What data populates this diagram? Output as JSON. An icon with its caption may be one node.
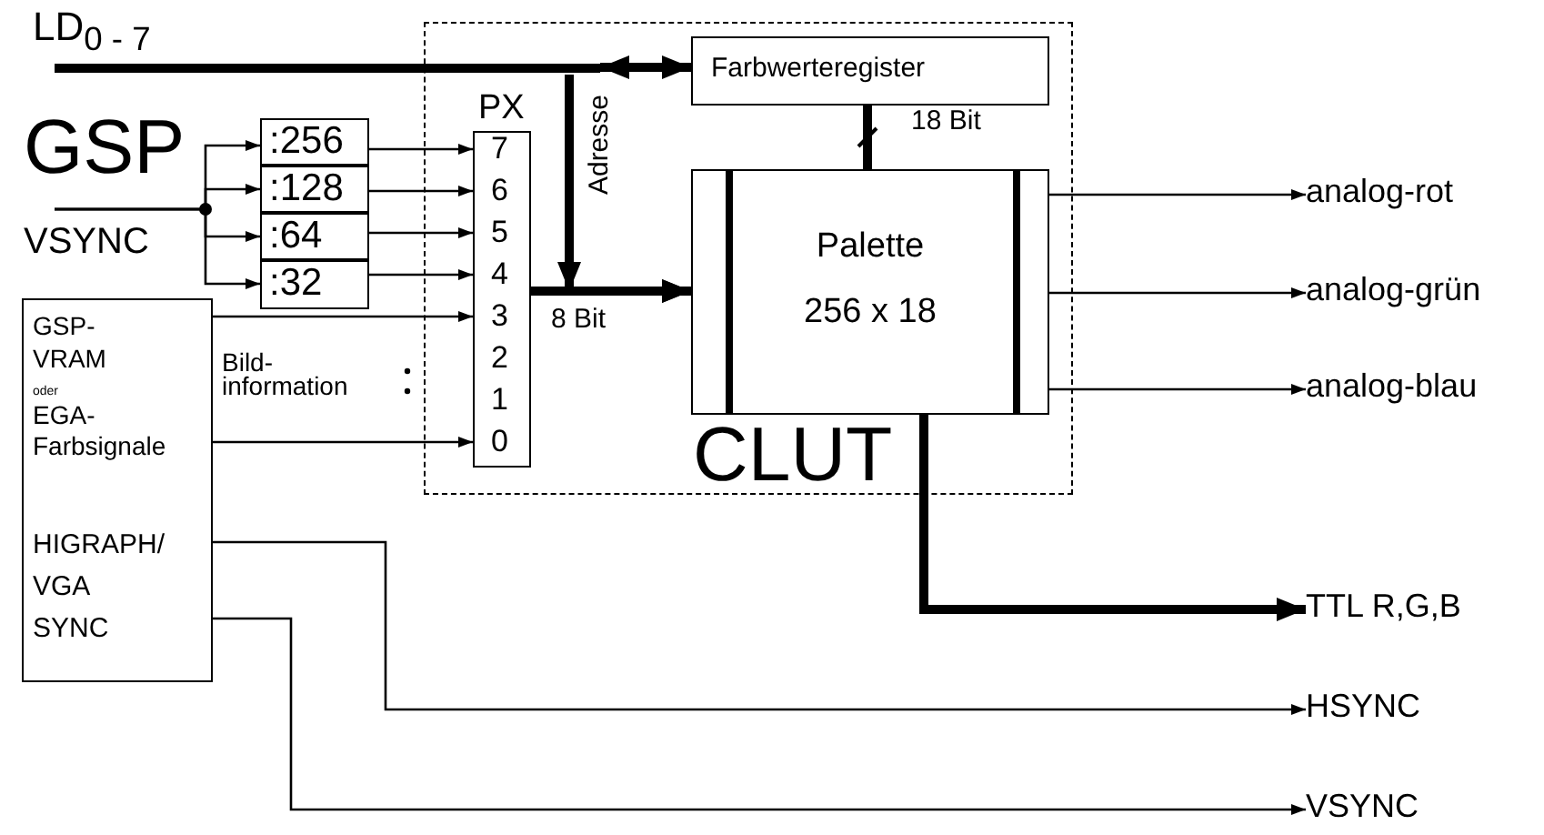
{
  "diagram": {
    "nodes": [
      {
        "text": [
          "LD$_{0 - 7}$"
        ]
      },
      {
        "text": [
          "GSP",
          "VSYNC"
        ]
      },
      {
        "text": [
          ":256"
        ]
      },
      {
        "text": [
          ":128"
        ]
      },
      {
        "text": [
          ":64"
        ]
      },
      {
        "text": [
          ":32"
        ]
      },
      {
        "text": [
          "GSP- VRAM",
          "oder",
          "EGA- Farbsignale",
          "HIGRAPH/ VGA SYNC"
        ]
      },
      {
        "text": [
          "CLUT"
        ]
      },
      {
        "text": [
          "Farbwerteregister"
        ],
        "in": 7
      },
      {
        "text": [
          "PX",
          "7",
          "6",
          "5",
          "4",
          "3",
          "2",
          "1",
          "0"
        ],
        "in": 7
      },
      {
        "text": [
          "Palette",
          "256 x 18"
        ],
        "in": 7
      },
      {
        "text": [
          "analog-rot"
        ]
      },
      {
        "text": [
          "analog-grün"
        ]
      },
      {
        "text": [
          "analog-blau"
        ]
      },
      {
        "text": [
          "TTL R,G,B"
        ]
      },
      {
        "text": [
          "HSYNC"
        ]
      },
      {
        "text": [
          "VSYNC"
        ]
      }
    ],
    "edges": [
      {
        "from": 0,
        "to": 8,
        "arrow": "both",
        "style": "thick"
      },
      {
        "from": 0,
        "to": 10,
        "arrow": "to",
        "label": "Adresse",
        "style": "thick"
      },
      {
        "from": 1,
        "to": 2,
        "arrow": "to"
      },
      {
        "from": 1,
        "to": 3,
        "arrow": "to"
      },
      {
        "from": 1,
        "to": 4,
        "arrow": "to"
      },
      {
        "from": 1,
        "to": 5,
        "arrow": "to"
      },
      {
        "from": 2,
        "to": 9,
        "arrow": "to"
      },
      {
        "from": 3,
        "to": 9,
        "arrow": "to"
      },
      {
        "from": 4,
        "to": 9,
        "arrow": "to"
      },
      {
        "from": 5,
        "to": 9,
        "arrow": "to"
      },
      {
        "from": 6,
        "to": 9,
        "arrow": "to"
      },
      {
        "from": 6,
        "to": 9,
        "arrow": "to"
      },
      {
        "from": 9,
        "to": 10,
        "arrow": "to",
        "label": "8 Bit",
        "style": "thick"
      },
      {
        "from": 10,
        "to": 8,
        "arrow": "none",
        "label": "18 Bit",
        "style": "thick"
      },
      {
        "from": 10,
        "to": 11,
        "arrow": "to"
      },
      {
        "from": 10,
        "to": 12,
        "arrow": "to"
      },
      {
        "from": 10,
        "to": 13,
        "arrow": "to"
      },
      {
        "from": 10,
        "to": 14,
        "arrow": "to",
        "style": "thick"
      },
      {
        "from": 6,
        "to": 15,
        "arrow": "to"
      },
      {
        "from": 6,
        "to": 16,
        "arrow": "to"
      }
    ],
    "labels": [
      "Bild- information"
    ]
  }
}
